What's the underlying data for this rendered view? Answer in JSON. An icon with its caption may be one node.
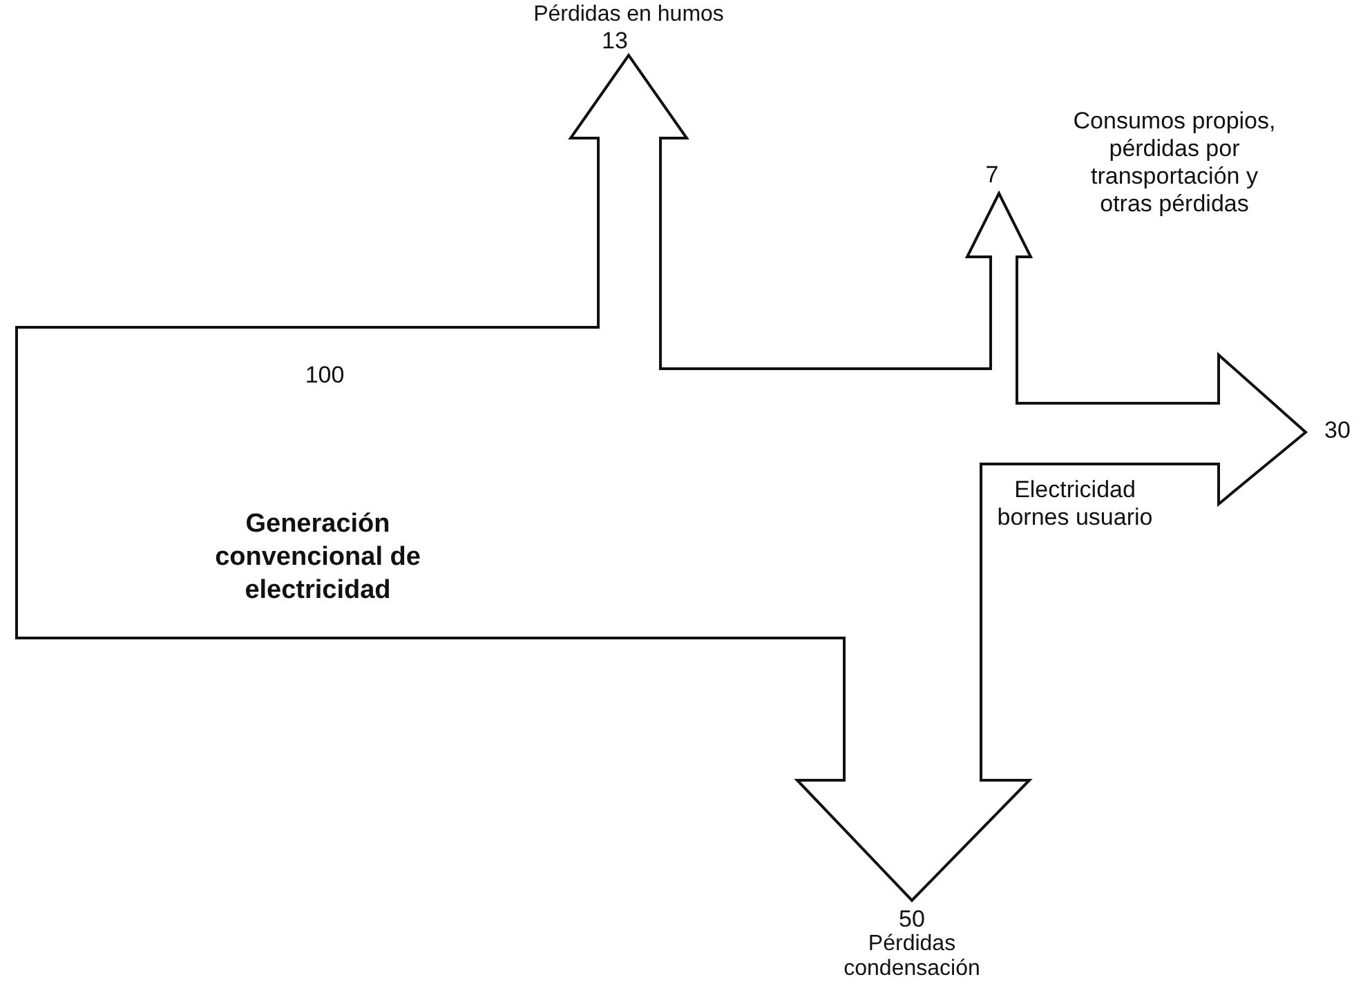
{
  "diagram": {
    "labels": [
      "Pérdidas en humos",
      "13",
      "7",
      "Consumos propios, pérdidas por transportación y otras pérdidas",
      "100",
      "Generación convencional de electricidad",
      "30",
      "Electricidad bornes usuario",
      "50",
      "Pérdidas condensación"
    ]
  }
}
